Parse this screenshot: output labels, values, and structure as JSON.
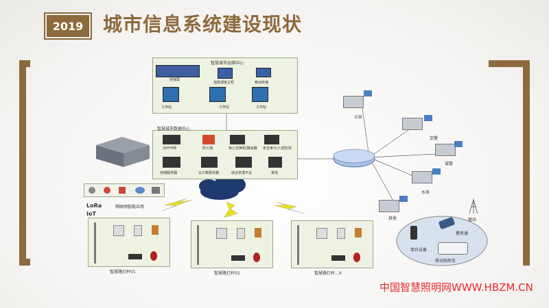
{
  "header": {
    "year": "2019",
    "title": "城市信息系统建设现状"
  },
  "ops_center": {
    "title": "智慧城市运维中心",
    "devices": [
      "拼接屏",
      "指挥调度主机",
      "移动终端",
      "工作站",
      "工作站",
      "工作站"
    ]
  },
  "data_center": {
    "title": "智慧城市数据中心",
    "devices": [
      "光纤环网",
      "防火墙",
      "核心交换机/路由器",
      "安全审计/入侵检测",
      "存储服务器",
      "云计算服务器",
      "综合管理平台",
      "其他"
    ]
  },
  "iot_platform": {
    "label": "物联网智能应用",
    "protocols": [
      "LoRa",
      "IoT"
    ]
  },
  "street_lights": [
    "智慧路灯杆01",
    "智慧路灯杆02",
    "智慧路灯杆...X"
  ],
  "nodes": [
    "公安",
    "交警",
    "城管",
    "水务",
    "其他",
    "基站"
  ],
  "mobile_group": {
    "devices": [
      "单兵设备",
      "警务通",
      "移动指挥车"
    ]
  },
  "watermark": "中国智慧照明网WWW.HBZM.CN",
  "colors": {
    "brand": "#8c6a3c",
    "panel": "#eef2e2",
    "watermark": "#e8282b",
    "node": "#4a7fc4"
  }
}
